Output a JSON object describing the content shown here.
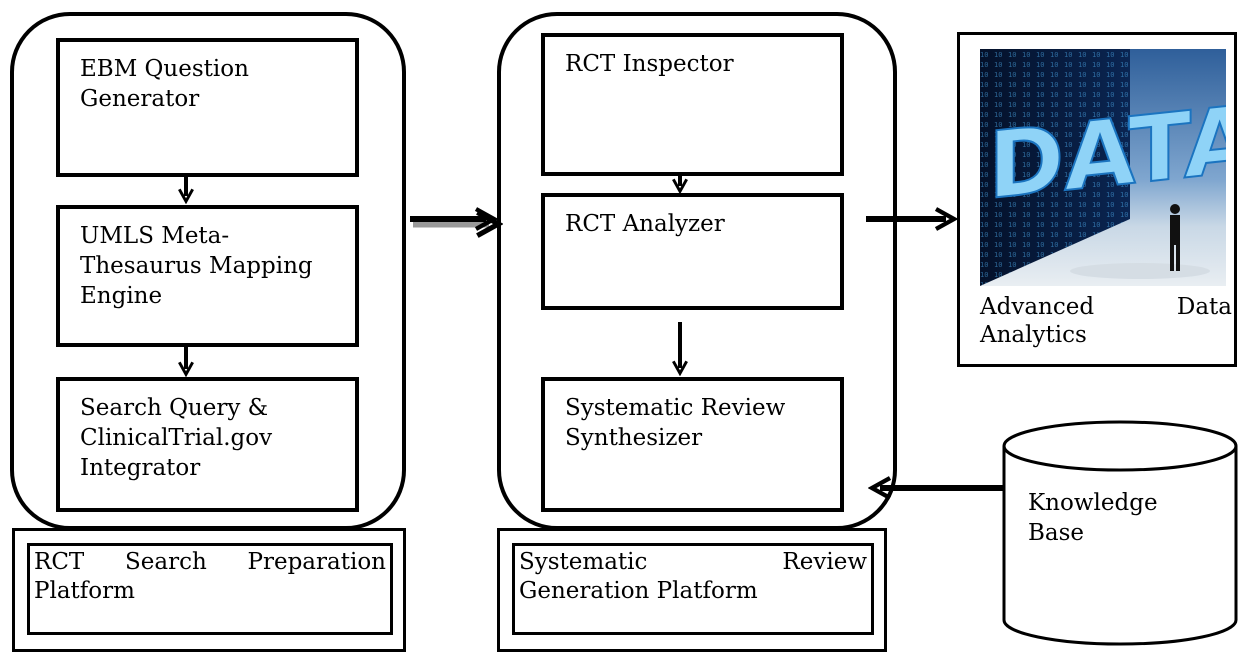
{
  "left_platform": {
    "boxes": [
      {
        "label": "EBM Question\nGenerator"
      },
      {
        "label": "UMLS Meta-\nThesaurus Mapping\nEngine"
      },
      {
        "label": "Search Query &\nClinicalTrial.gov\nIntegrator"
      }
    ],
    "caption_line1": "RCT Search Preparation",
    "caption_line2": "Platform"
  },
  "middle_platform": {
    "boxes": [
      {
        "label": "RCT Inspector"
      },
      {
        "label": "RCT Analyzer"
      },
      {
        "label": "Systematic Review\nSynthesizer"
      }
    ],
    "caption_line1": "Systematic Review",
    "caption_line2": "Generation Platform"
  },
  "analytics": {
    "image_text": "DATA",
    "caption_line1": "Advanced Data",
    "caption_line2": "Analytics"
  },
  "knowledge_base": {
    "label": "Knowledge\nBase"
  }
}
